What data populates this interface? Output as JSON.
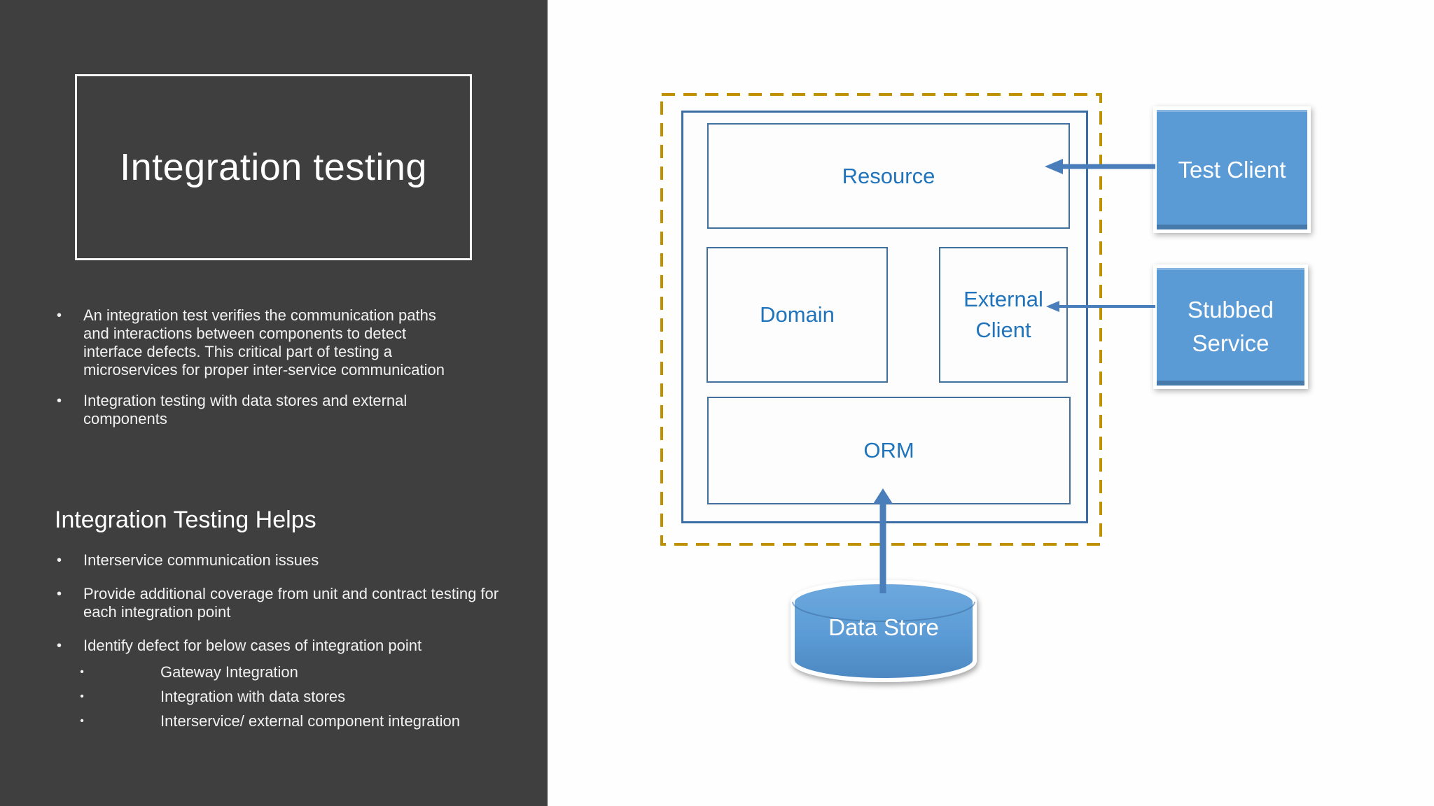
{
  "slide": {
    "title": "Integration testing",
    "section_heading": "Integration Testing Helps",
    "bullets": [
      "An integration test verifies the communication paths and interactions between components to detect interface defects. This critical part of testing a microservices for proper inter-service communication",
      "Integration testing with data stores and external components"
    ],
    "helps_bullets": [
      "Interservice communication issues",
      "Provide additional coverage from unit and contract testing for each integration point",
      "Identify defect for below cases of integration point"
    ],
    "sub_bullets": [
      "Gateway Integration",
      "Integration with data stores",
      "Interservice/ external component integration"
    ]
  },
  "diagram": {
    "labels": {
      "resource": "Resource",
      "domain": "Domain",
      "external_client": "External Client",
      "orm": "ORM",
      "test_client": "Test Client",
      "stubbed_service": "Stubbed Service",
      "data_store": "Data Store"
    },
    "arrows": [
      "test-client-to-resource",
      "stubbed-service-to-external-client",
      "data-store-to-orm"
    ]
  },
  "glyphs": {
    "bullet": "•"
  },
  "colors": {
    "panel_bg": "#3F3F3F",
    "canvas_bg": "#FEFEFE",
    "box_fill_blue": "#5B9BD5",
    "box_border_blue": "#41719C",
    "label_blue": "#2074BC",
    "dashed_border_gold": "#BF9000",
    "arrow_blue": "#4A7EBB",
    "text_white": "#FFFFFF"
  }
}
